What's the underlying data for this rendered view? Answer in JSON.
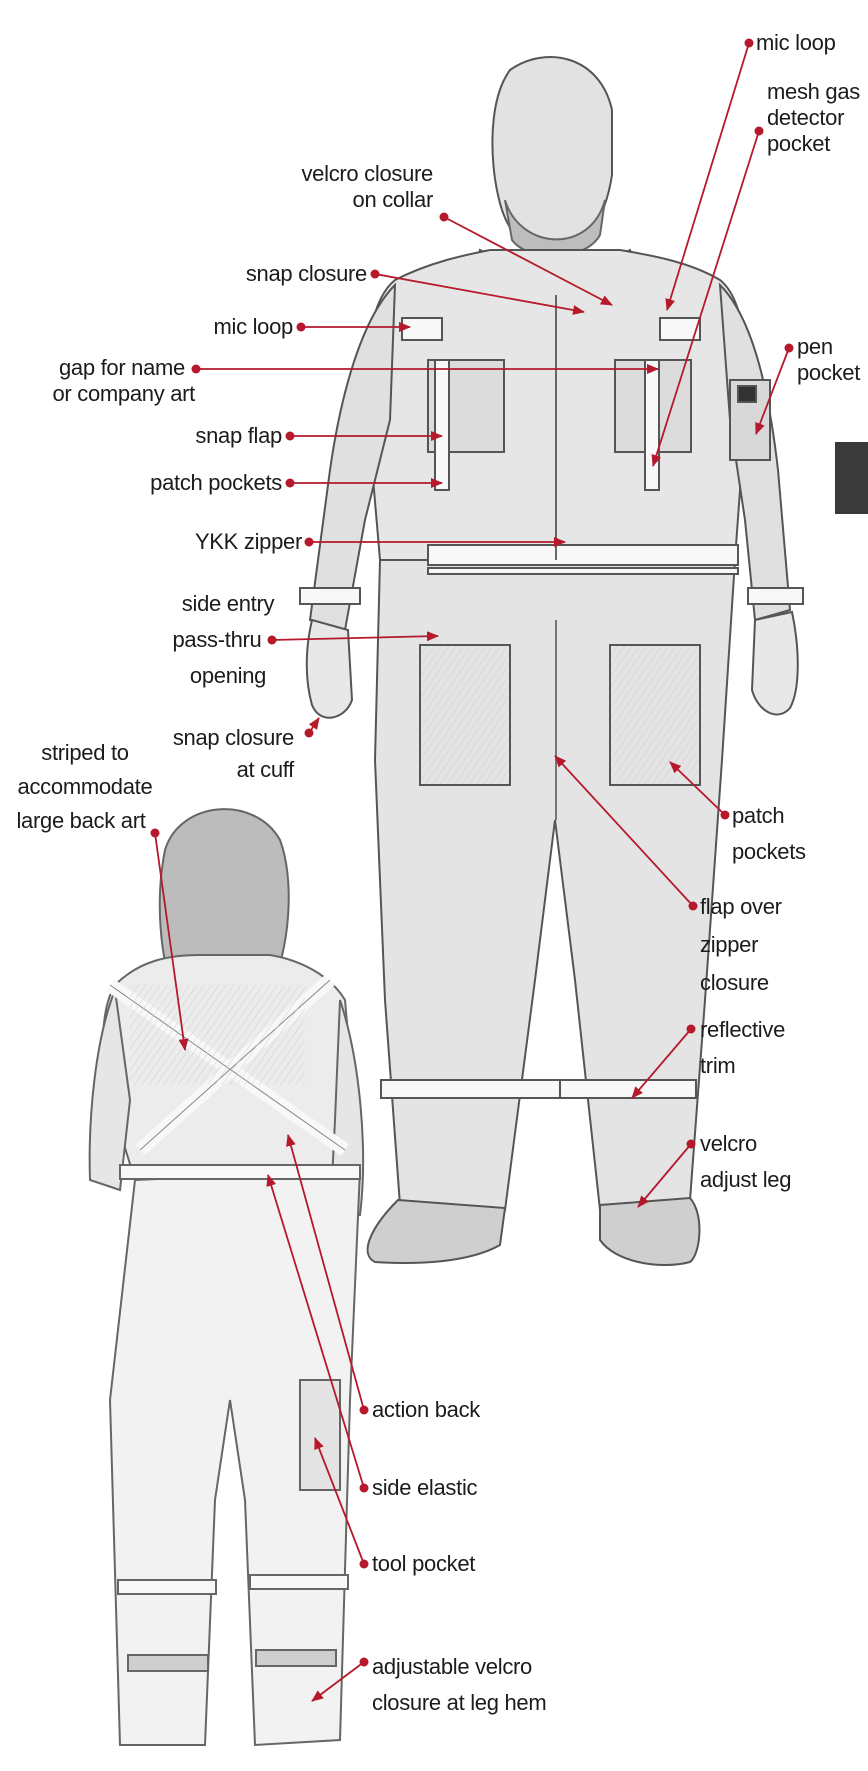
{
  "colors": {
    "accent": "#b5192b",
    "text": "#1c1c1c",
    "side_tab": "#3a3a3a",
    "sketch": "#555555"
  },
  "callouts": {
    "mic_loop_right": "mic loop",
    "mesh_gas": {
      "l1": "mesh gas",
      "l2": "detector",
      "l3": "pocket"
    },
    "velcro_collar": {
      "l1": "velcro closure",
      "l2": "on collar"
    },
    "snap_closure": "snap closure",
    "mic_loop_left": "mic loop",
    "pen_pocket": {
      "l1": "pen",
      "l2": "pocket"
    },
    "gap_name": {
      "l1": "gap for name",
      "l2": "or company art"
    },
    "snap_flap": "snap flap",
    "patch_pockets_chest": "patch pockets",
    "ykk_zipper": "YKK zipper",
    "side_entry": {
      "l1": "side entry",
      "l2": "pass-thru",
      "l3": "opening"
    },
    "snap_cuff": {
      "l1": "snap closure",
      "l2": "at cuff"
    },
    "striped_back": {
      "l1": "striped to",
      "l2": "accommodate",
      "l3": "large back art"
    },
    "patch_pockets_leg": {
      "l1": "patch",
      "l2": "pockets"
    },
    "flap_zipper": {
      "l1": "flap over",
      "l2": "zipper",
      "l3": "closure"
    },
    "reflective_trim": {
      "l1": "reflective",
      "l2": "trim"
    },
    "velcro_leg": {
      "l1": "velcro",
      "l2": "adjust leg"
    },
    "action_back": "action back",
    "side_elastic": "side elastic",
    "tool_pocket": "tool pocket",
    "adjustable_velcro": {
      "l1": "adjustable velcro",
      "l2": "closure at leg hem"
    }
  }
}
